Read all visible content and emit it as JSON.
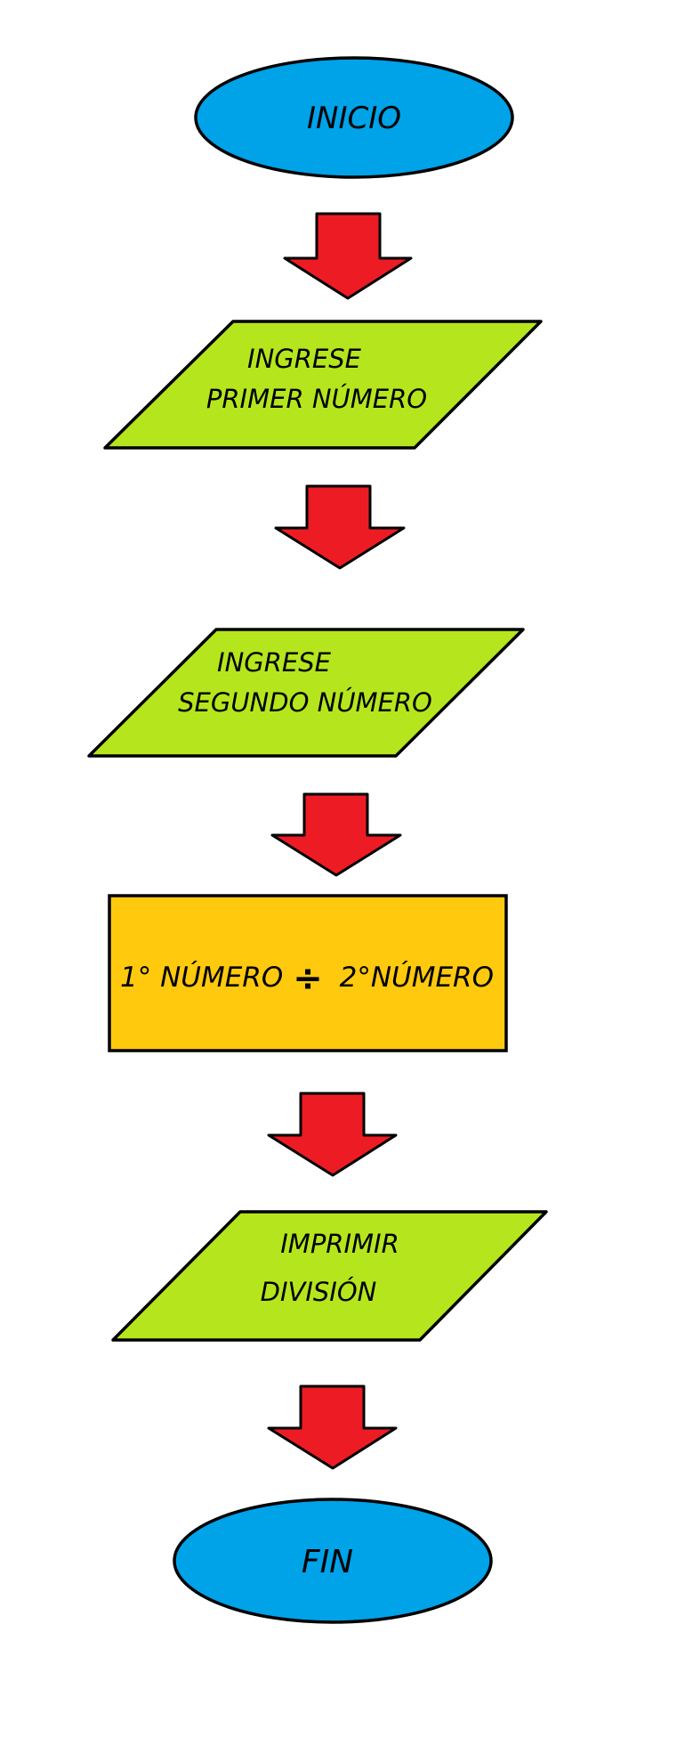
{
  "colors": {
    "terminal": "#00a2e8",
    "io": "#b5e61d",
    "process": "#ffc90e",
    "arrow": "#ed1c24",
    "stroke": "#000000"
  },
  "nodes": {
    "start": {
      "label": "INICIO"
    },
    "input1": {
      "line1": "INGRESE",
      "line2": "PRIMER NÚMERO"
    },
    "input2": {
      "line1": "INGRESE",
      "line2": "SEGUNDO NÚMERO"
    },
    "process": {
      "left": "1° NÚMERO",
      "operator": "÷",
      "right": "2°NÚMERO"
    },
    "output": {
      "line1": "IMPRIMIR",
      "line2": "DIVISIÓN"
    },
    "end": {
      "label": "FIN"
    }
  },
  "icons": {
    "arrow": "down-arrow-icon"
  }
}
